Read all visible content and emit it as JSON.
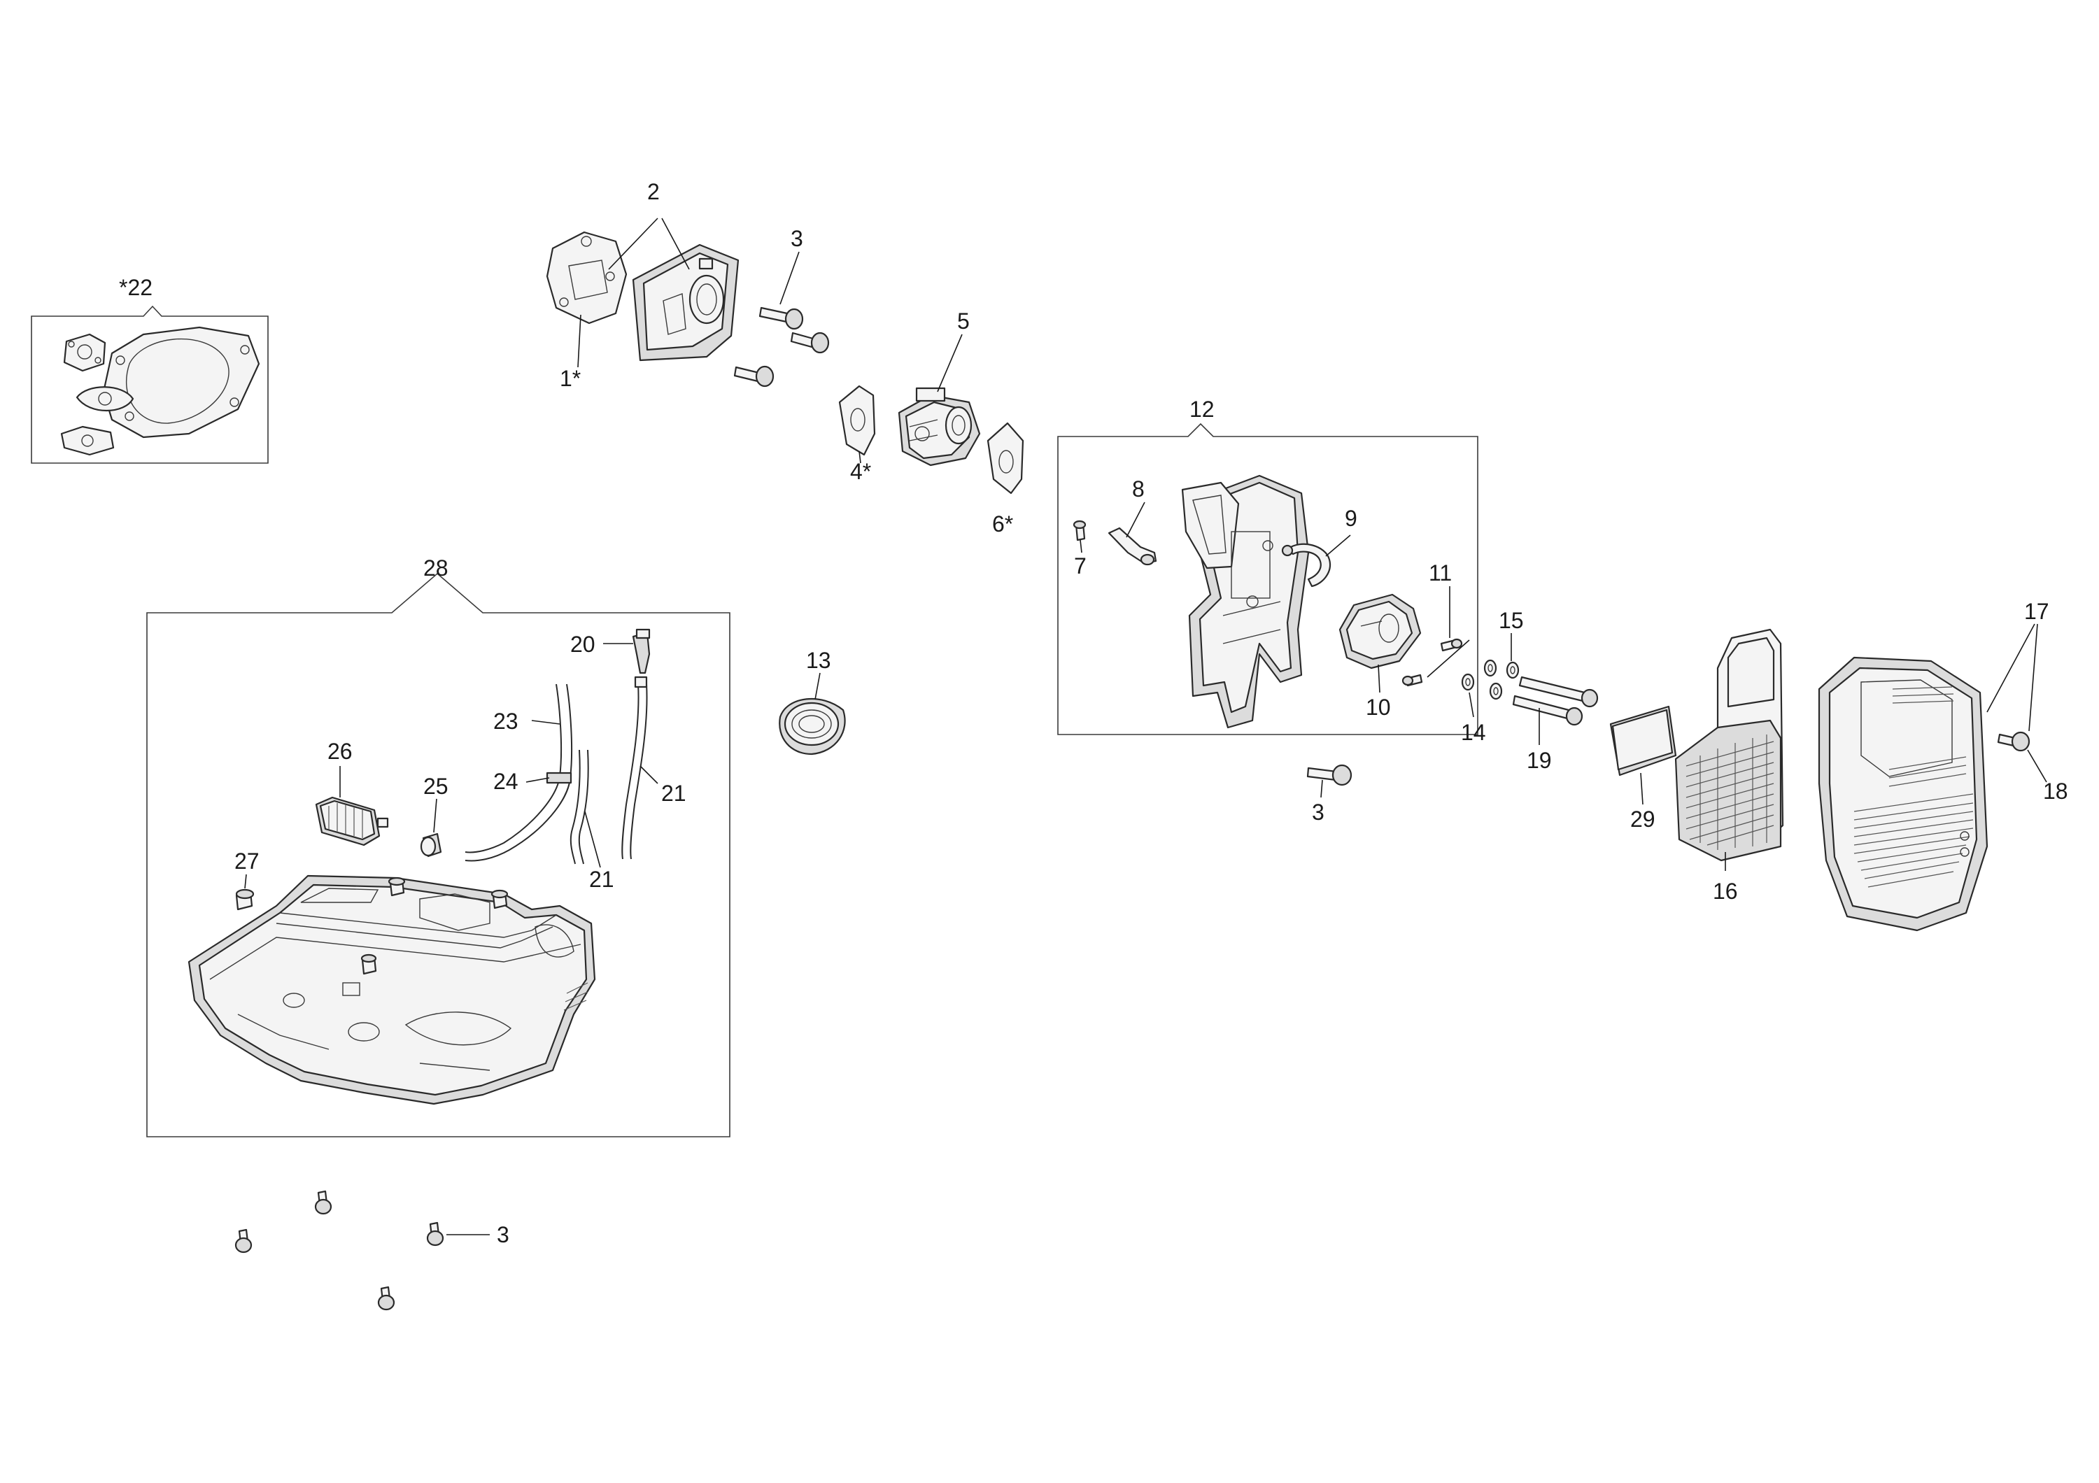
{
  "callouts": {
    "c1": "1*",
    "c2": "2",
    "c3a": "3",
    "c3b": "3",
    "c3c": "3",
    "c4": "4*",
    "c5": "5",
    "c6": "6*",
    "c7": "7",
    "c8": "8",
    "c9": "9",
    "c10": "10",
    "c11": "11",
    "c12": "12",
    "c13": "13",
    "c14": "14",
    "c15": "15",
    "c16": "16",
    "c17": "17",
    "c18": "18",
    "c19": "19",
    "c20": "20",
    "c21a": "21",
    "c21b": "21",
    "c22": "*22",
    "c23": "23",
    "c24": "24",
    "c25": "25",
    "c26": "26",
    "c27": "27",
    "c28": "28",
    "c29": "29"
  },
  "icons": {
    "gasket-kit": "gasket-set-drawing",
    "intake-manifold": "manifold-drawing",
    "carburetor": "carburetor-drawing",
    "air-box": "air-box-drawing",
    "fuel-tank": "fuel-tank-drawing",
    "air-filter": "air-filter-drawing",
    "filter-cover": "filter-cover-drawing"
  }
}
